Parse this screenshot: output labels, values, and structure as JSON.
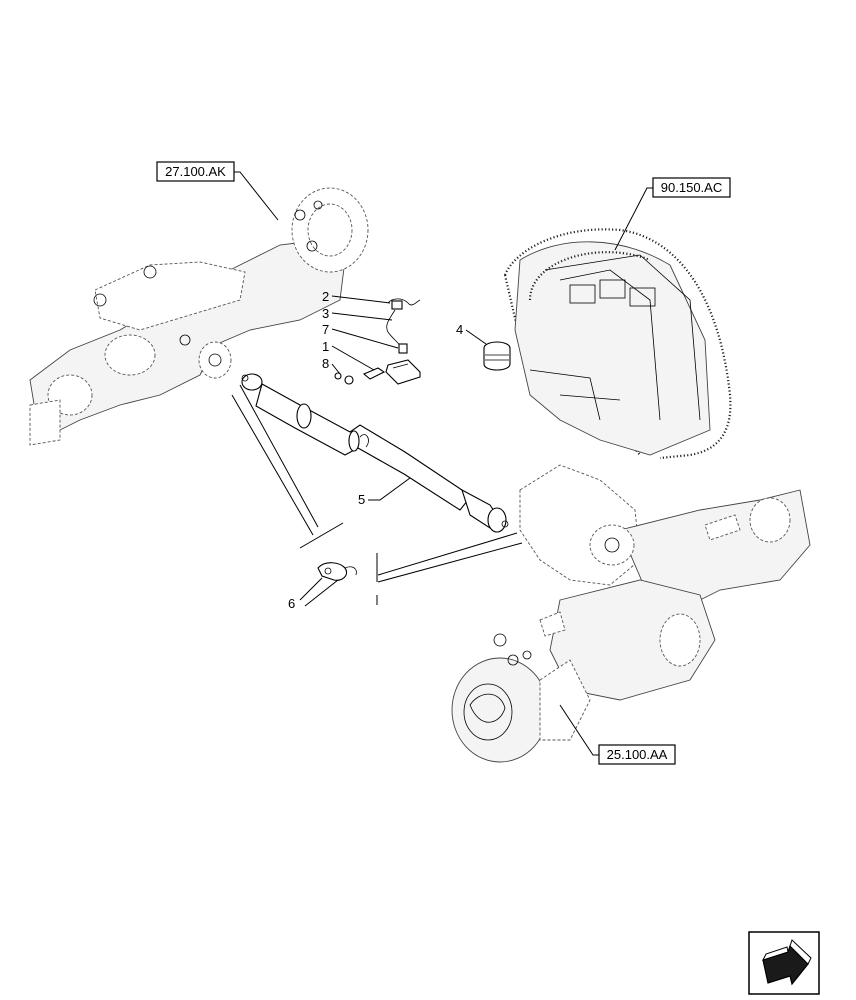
{
  "references": {
    "front_axle": "27.100.AK",
    "cab": "90.150.AC",
    "rear_axle": "25.100.AA"
  },
  "callouts": {
    "c1": "1",
    "c2": "2",
    "c3": "3",
    "c4": "4",
    "c5": "5",
    "c6": "6",
    "c7": "7",
    "c8": "8"
  },
  "icons": {
    "navigation": "next-page-arrow-icon"
  }
}
